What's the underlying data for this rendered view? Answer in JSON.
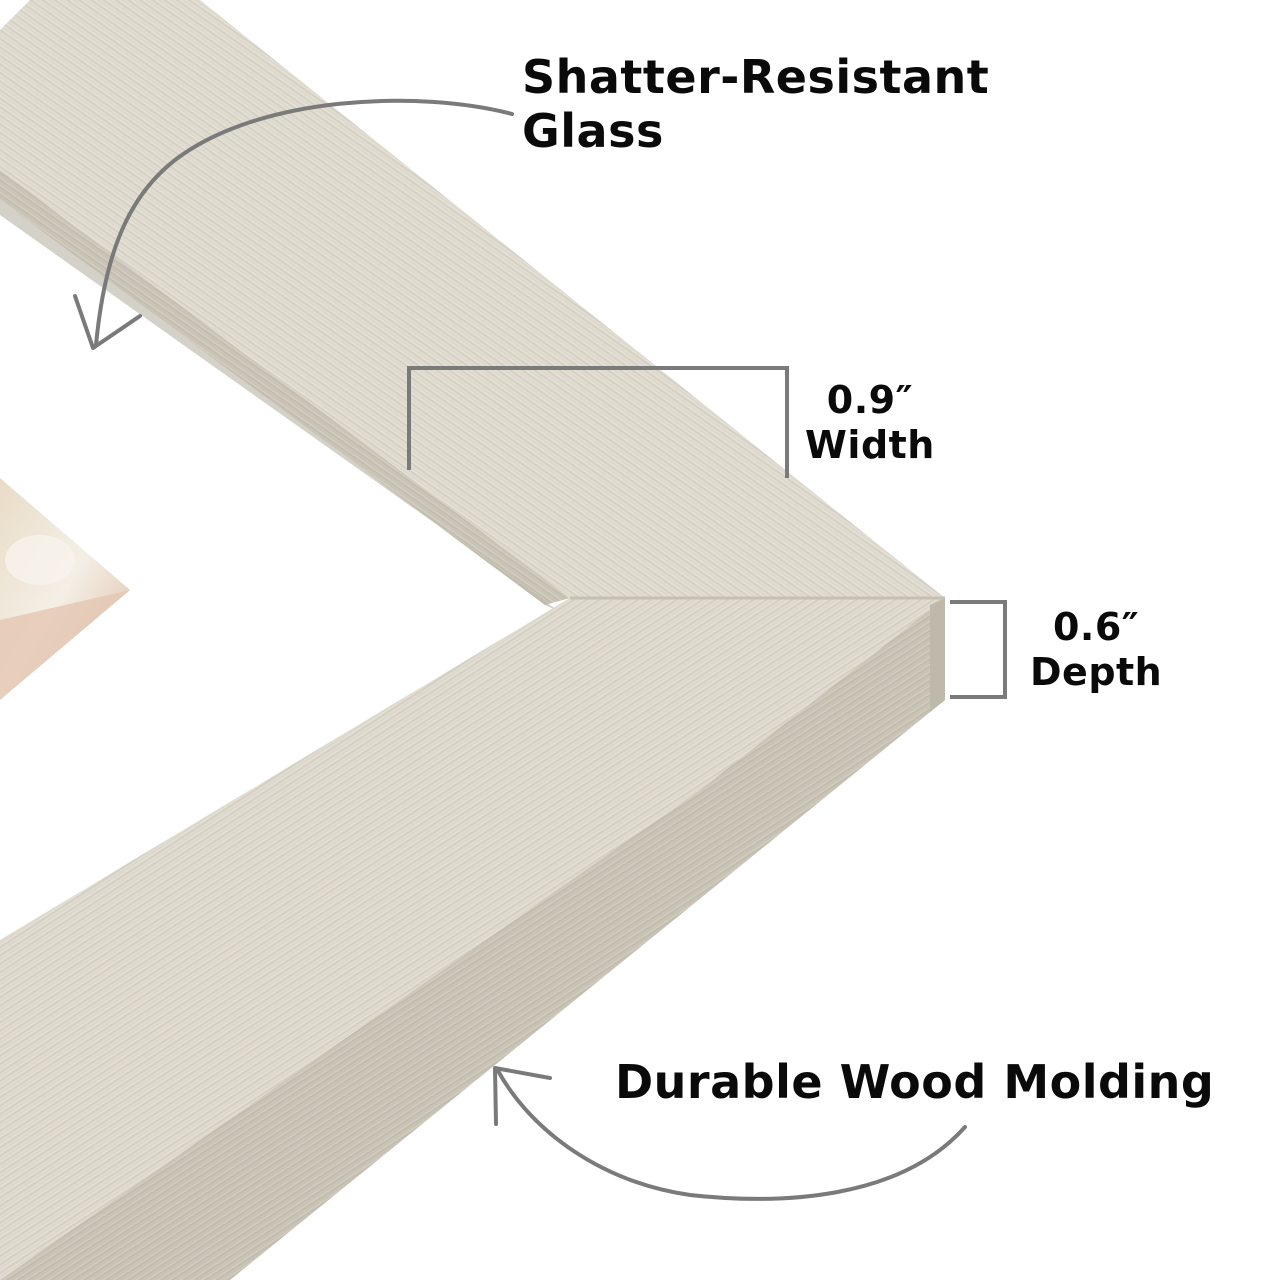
{
  "callouts": {
    "glass": {
      "line1": "Shatter-Resistant",
      "line2": "Glass"
    },
    "width": {
      "value": "0.9″",
      "label": "Width"
    },
    "depth": {
      "value": "0.6″",
      "label": "Depth"
    },
    "molding": {
      "text": "Durable Wood Molding"
    }
  },
  "colors": {
    "background": "#ffffff",
    "wood_face": "#ddd8cc",
    "wood_face_light": "#e6e2d8",
    "wood_side": "#c9c3b5",
    "wood_side_dark": "#bcb6a8",
    "annotation_gray": "#7a7a7a",
    "text": "#0a0a0a"
  }
}
